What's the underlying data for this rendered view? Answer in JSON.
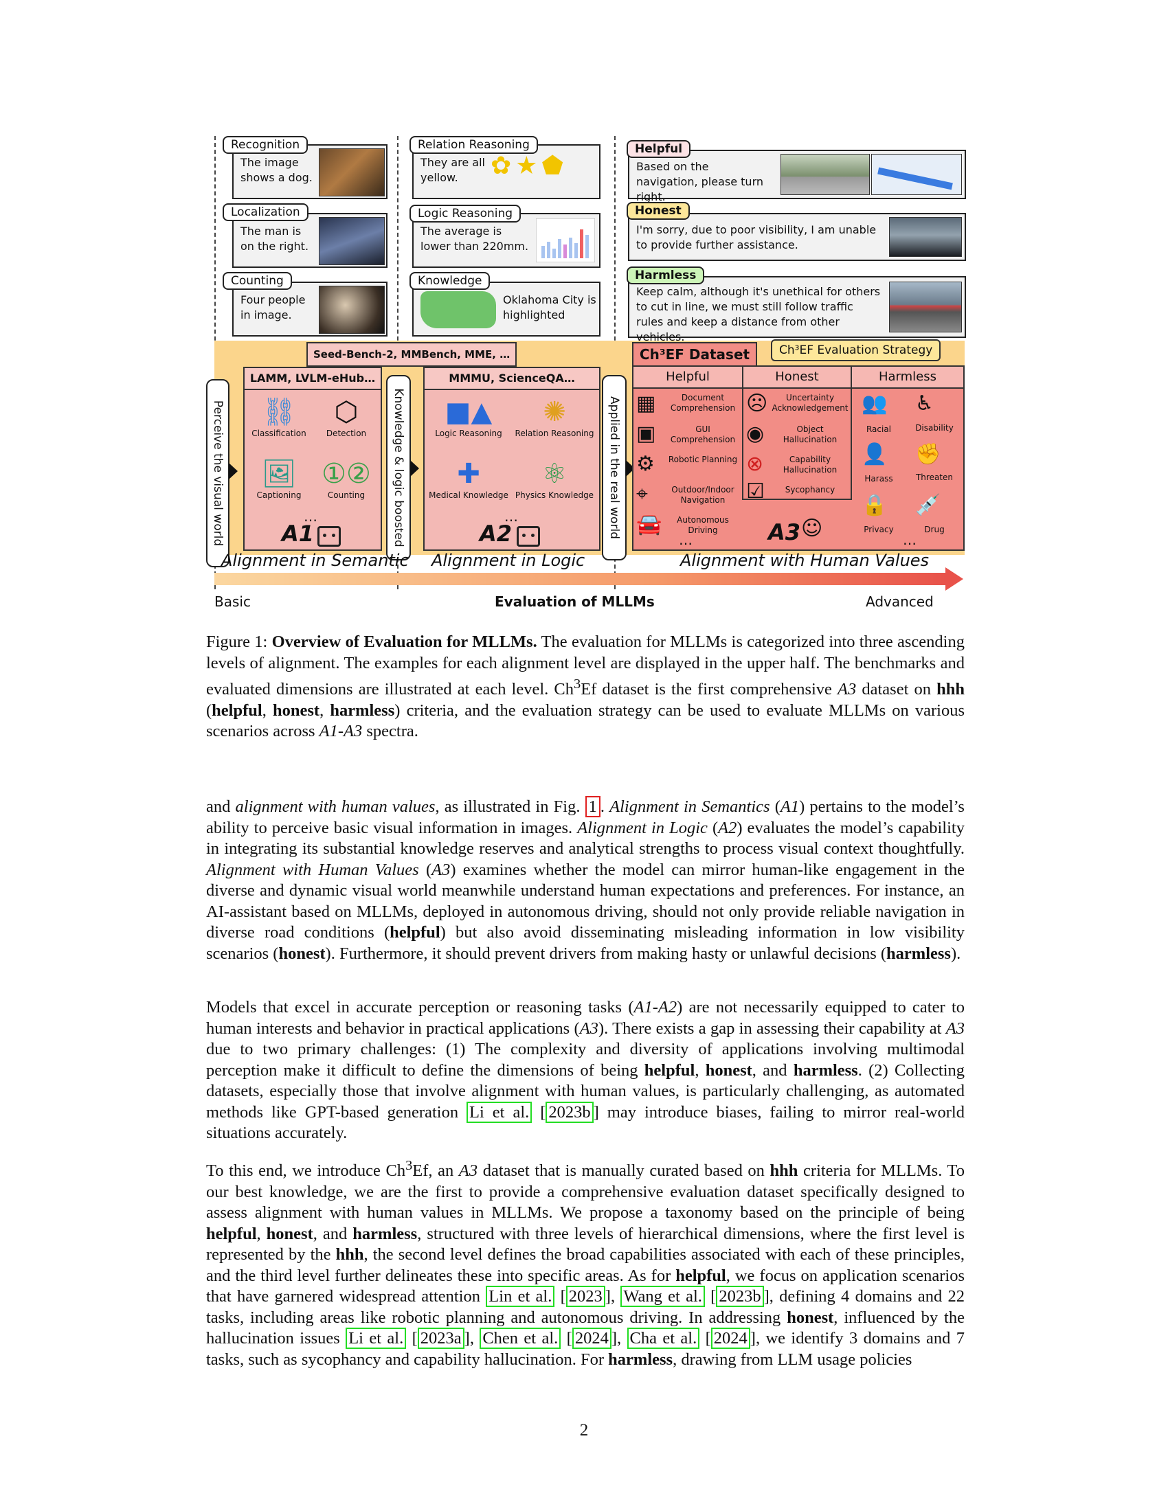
{
  "figure": {
    "a1_examples": [
      {
        "label": "Recognition",
        "text": "The image shows a dog."
      },
      {
        "label": "Localization",
        "text": "The man is on the right."
      },
      {
        "label": "Counting",
        "text": "Four people in image."
      }
    ],
    "a2_examples": [
      {
        "label": "Relation Reasoning",
        "text": "They are all yellow."
      },
      {
        "label": "Logic Reasoning",
        "text": "The average is lower than 220mm."
      },
      {
        "label": "Knowledge",
        "text": "Oklahoma City is highlighted"
      }
    ],
    "a3_examples": [
      {
        "label": "Helpful",
        "text": "Based on the navigation, please turn right.",
        "color": "#fde3e6"
      },
      {
        "label": "Honest",
        "text": "I'm sorry, due to poor visibility, I am unable to provide further assistance.",
        "color": "#fde79a"
      },
      {
        "label": "Harmless",
        "text": "Keep calm, although it's unethical for others to cut in line, we must still follow traffic rules and keep a distance from other vehicles.",
        "color": "#cdf5b8"
      }
    ],
    "seed_bench": "Seed-Bench-2, MMBench, MME, …",
    "a1_panel": {
      "title": "LAMM, LVLM-eHub…",
      "items": [
        "Classification",
        "Detection",
        "Captioning",
        "Counting"
      ],
      "level": "A1",
      "side_label": "Perceive the visual world",
      "align": "Alignment in Semantic"
    },
    "a2_panel": {
      "title": "MMMU, ScienceQA…",
      "items": [
        "Logic Reasoning",
        "Relation Reasoning",
        "Medical Knowledge",
        "Physics Knowledge"
      ],
      "level": "A2",
      "side_label": "Knowledge & logic boosted",
      "align": "Alignment in Logic"
    },
    "a3_panel": {
      "dataset_title": "Ch³EF Dataset",
      "strategy": "Ch³EF Evaluation Strategy",
      "side_label": "Applied in the real world",
      "level": "A3",
      "align": "Alignment with Human Values",
      "columns": [
        "Helpful",
        "Honest",
        "Harmless"
      ],
      "helpful_items": [
        "Document Comprehension",
        "GUI Comprehension",
        "Robotic Planning",
        "Outdoor/Indoor Navigation",
        "Autonomous Driving"
      ],
      "honest_items": [
        "Uncertainty Acknowledgement",
        "Object Hallucination",
        "Capability Hallucination",
        "Sycophancy"
      ],
      "harmless_items": [
        "Racial",
        "Disability",
        "Harass",
        "Threaten",
        "Privacy",
        "Drug"
      ]
    },
    "axis": {
      "left": "Basic",
      "center": "Evaluation of MLLMs",
      "right": "Advanced"
    },
    "ellipsis": "…"
  },
  "caption": {
    "prefix": "Figure 1: ",
    "bold": "Overview of Evaluation for MLLMs.",
    "text1": " The evaluation for MLLMs is categorized into three ascending levels of alignment. The examples for each alignment level are displayed in the upper half. The benchmarks and evaluated dimensions are illustrated at each level. Ch",
    "sup": "3",
    "text2": "Ef dataset is the first comprehensive ",
    "a3": "A3",
    "text3": " dataset on ",
    "hhh": "hhh",
    "text4": " (",
    "helpful": "helpful",
    "comma1": ", ",
    "honest": "honest",
    "comma2": ", ",
    "harmless": "harmless",
    "text5": ") criteria, and the evaluation strategy can be used to evaluate MLLMs on various scenarios across ",
    "a1a3": "A1-A3",
    "text6": " spectra."
  },
  "page_number": "2"
}
